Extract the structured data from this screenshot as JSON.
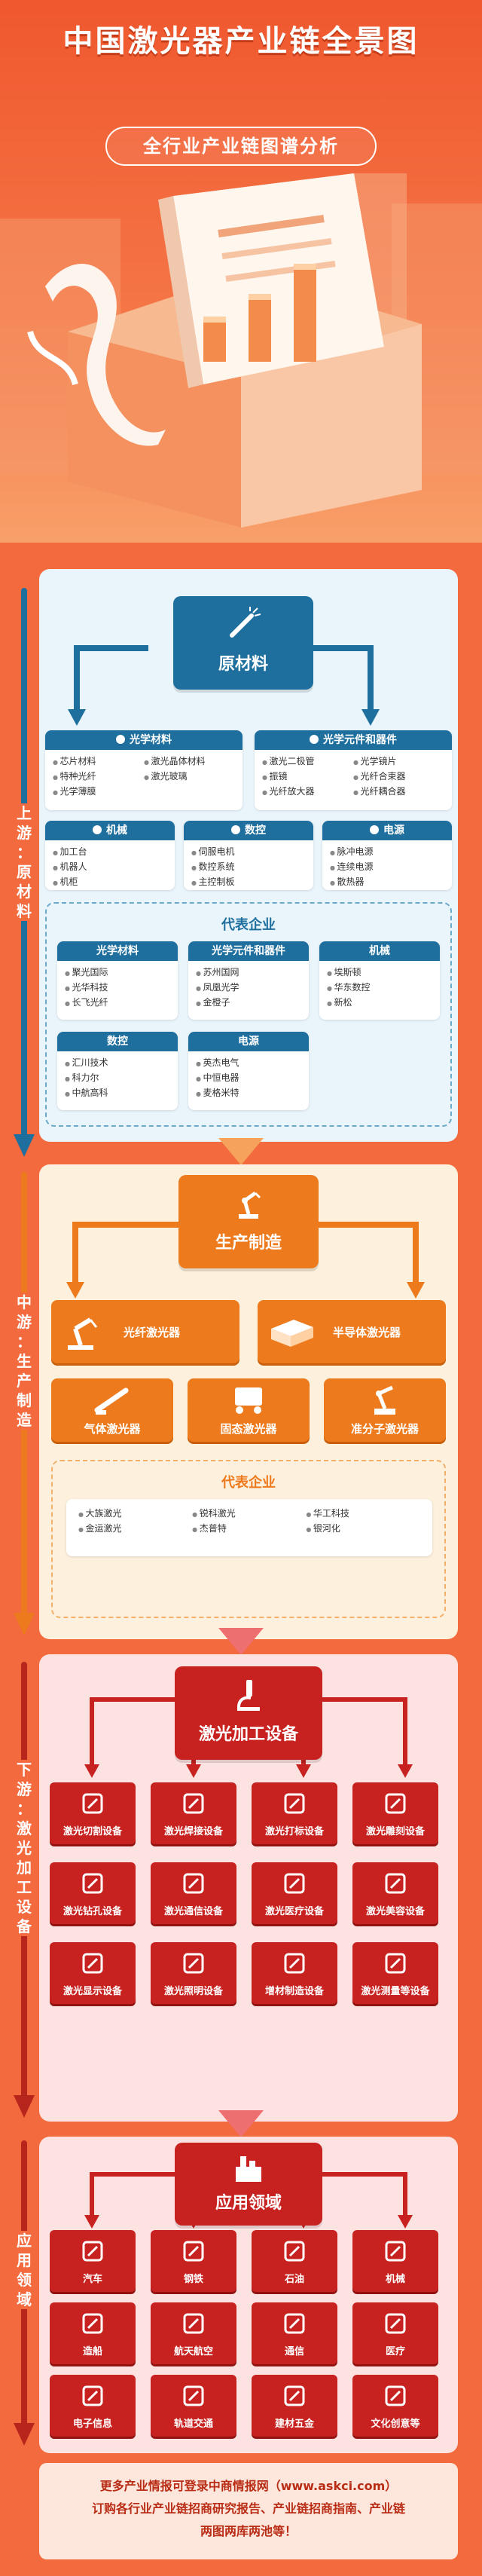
{
  "header": {
    "title": "中国激光器产业链全景图",
    "subtitle": "全行业产业链图谱分析"
  },
  "colors": {
    "upstream": "#1e6f9e",
    "midstream": "#ed7a1c",
    "downstream": "#c7221f",
    "background": "#f26a3d"
  },
  "upstream": {
    "side_label": [
      "上",
      "游",
      "：",
      "原",
      "材",
      "料"
    ],
    "hub": "原材料",
    "cat_optical_materials": {
      "title": "光学材料",
      "items": [
        "芯片材料",
        "激光晶体材料",
        "特种光纤",
        "激光玻璃",
        "光学薄膜"
      ]
    },
    "cat_optical_components": {
      "title": "光学元件和器件",
      "items": [
        "激光二极管",
        "光学镜片",
        "振镜",
        "光纤合束器",
        "光纤放大器",
        "光纤耦合器"
      ]
    },
    "cat_machinery": {
      "title": "机械",
      "items": [
        "加工台",
        "机器人",
        "机柜"
      ]
    },
    "cat_cnc": {
      "title": "数控",
      "items": [
        "伺服电机",
        "数控系统",
        "主控制板"
      ]
    },
    "cat_power": {
      "title": "电源",
      "items": [
        "脉冲电源",
        "连续电源",
        "散热器"
      ]
    },
    "enterprise": {
      "title": "代表企业",
      "groups": [
        {
          "title": "光学材料",
          "items": [
            "聚光国际",
            "光华科技",
            "长飞光纤"
          ]
        },
        {
          "title": "光学元件和器件",
          "items": [
            "苏州国网",
            "凤凰光学",
            "金橙子"
          ]
        },
        {
          "title": "机械",
          "items": [
            "埃斯顿",
            "华东数控",
            "新松"
          ]
        },
        {
          "title": "数控",
          "items": [
            "汇川技术",
            "科力尔",
            "中航高科"
          ]
        },
        {
          "title": "电源",
          "items": [
            "英杰电气",
            "中恒电器",
            "麦格米特"
          ]
        }
      ]
    }
  },
  "midstream": {
    "side_label": [
      "中",
      "游",
      "：",
      "生",
      "产",
      "制",
      "造"
    ],
    "hub": "生产制造",
    "devices": [
      {
        "name": "光纤激光器",
        "icon": "robot-arm-icon"
      },
      {
        "name": "半导体激光器",
        "icon": "laser-module-icon"
      },
      {
        "name": "气体激光器",
        "icon": "gas-laser-icon"
      },
      {
        "name": "固态激光器",
        "icon": "solid-laser-icon"
      },
      {
        "name": "准分子激光器",
        "icon": "excimer-laser-icon"
      }
    ],
    "enterprise": {
      "title": "代表企业",
      "items": [
        "大族激光",
        "锐科激光",
        "华工科技",
        "金运激光",
        "杰普特",
        "银河化"
      ]
    }
  },
  "downstream": {
    "side_label": [
      "下",
      "游",
      "：",
      "激",
      "光",
      "加",
      "工",
      "设",
      "备"
    ],
    "hub": "激光加工设备",
    "tiles": [
      "激光切割设备",
      "激光焊接设备",
      "激光打标设备",
      "激光雕刻设备",
      "激光钻孔设备",
      "激光通信设备",
      "激光医疗设备",
      "激光美容设备",
      "激光显示设备",
      "激光照明设备",
      "增材制造设备",
      "激光测量等设备"
    ]
  },
  "applications": {
    "side_label": [
      "应",
      "用",
      "领",
      "域"
    ],
    "hub": "应用领域",
    "tiles": [
      "汽车",
      "钢铁",
      "石油",
      "机械",
      "造船",
      "航天航空",
      "通信",
      "医疗",
      "电子信息",
      "轨道交通",
      "建材五金",
      "文化创意等"
    ]
  },
  "footer": {
    "line1": "更多产业情报可登录中商情报网（www.askci.com）",
    "line2": "订购各行业产业链招商研究报告、产业链招商指南、产业链",
    "line3": "两图两库两池等！"
  }
}
